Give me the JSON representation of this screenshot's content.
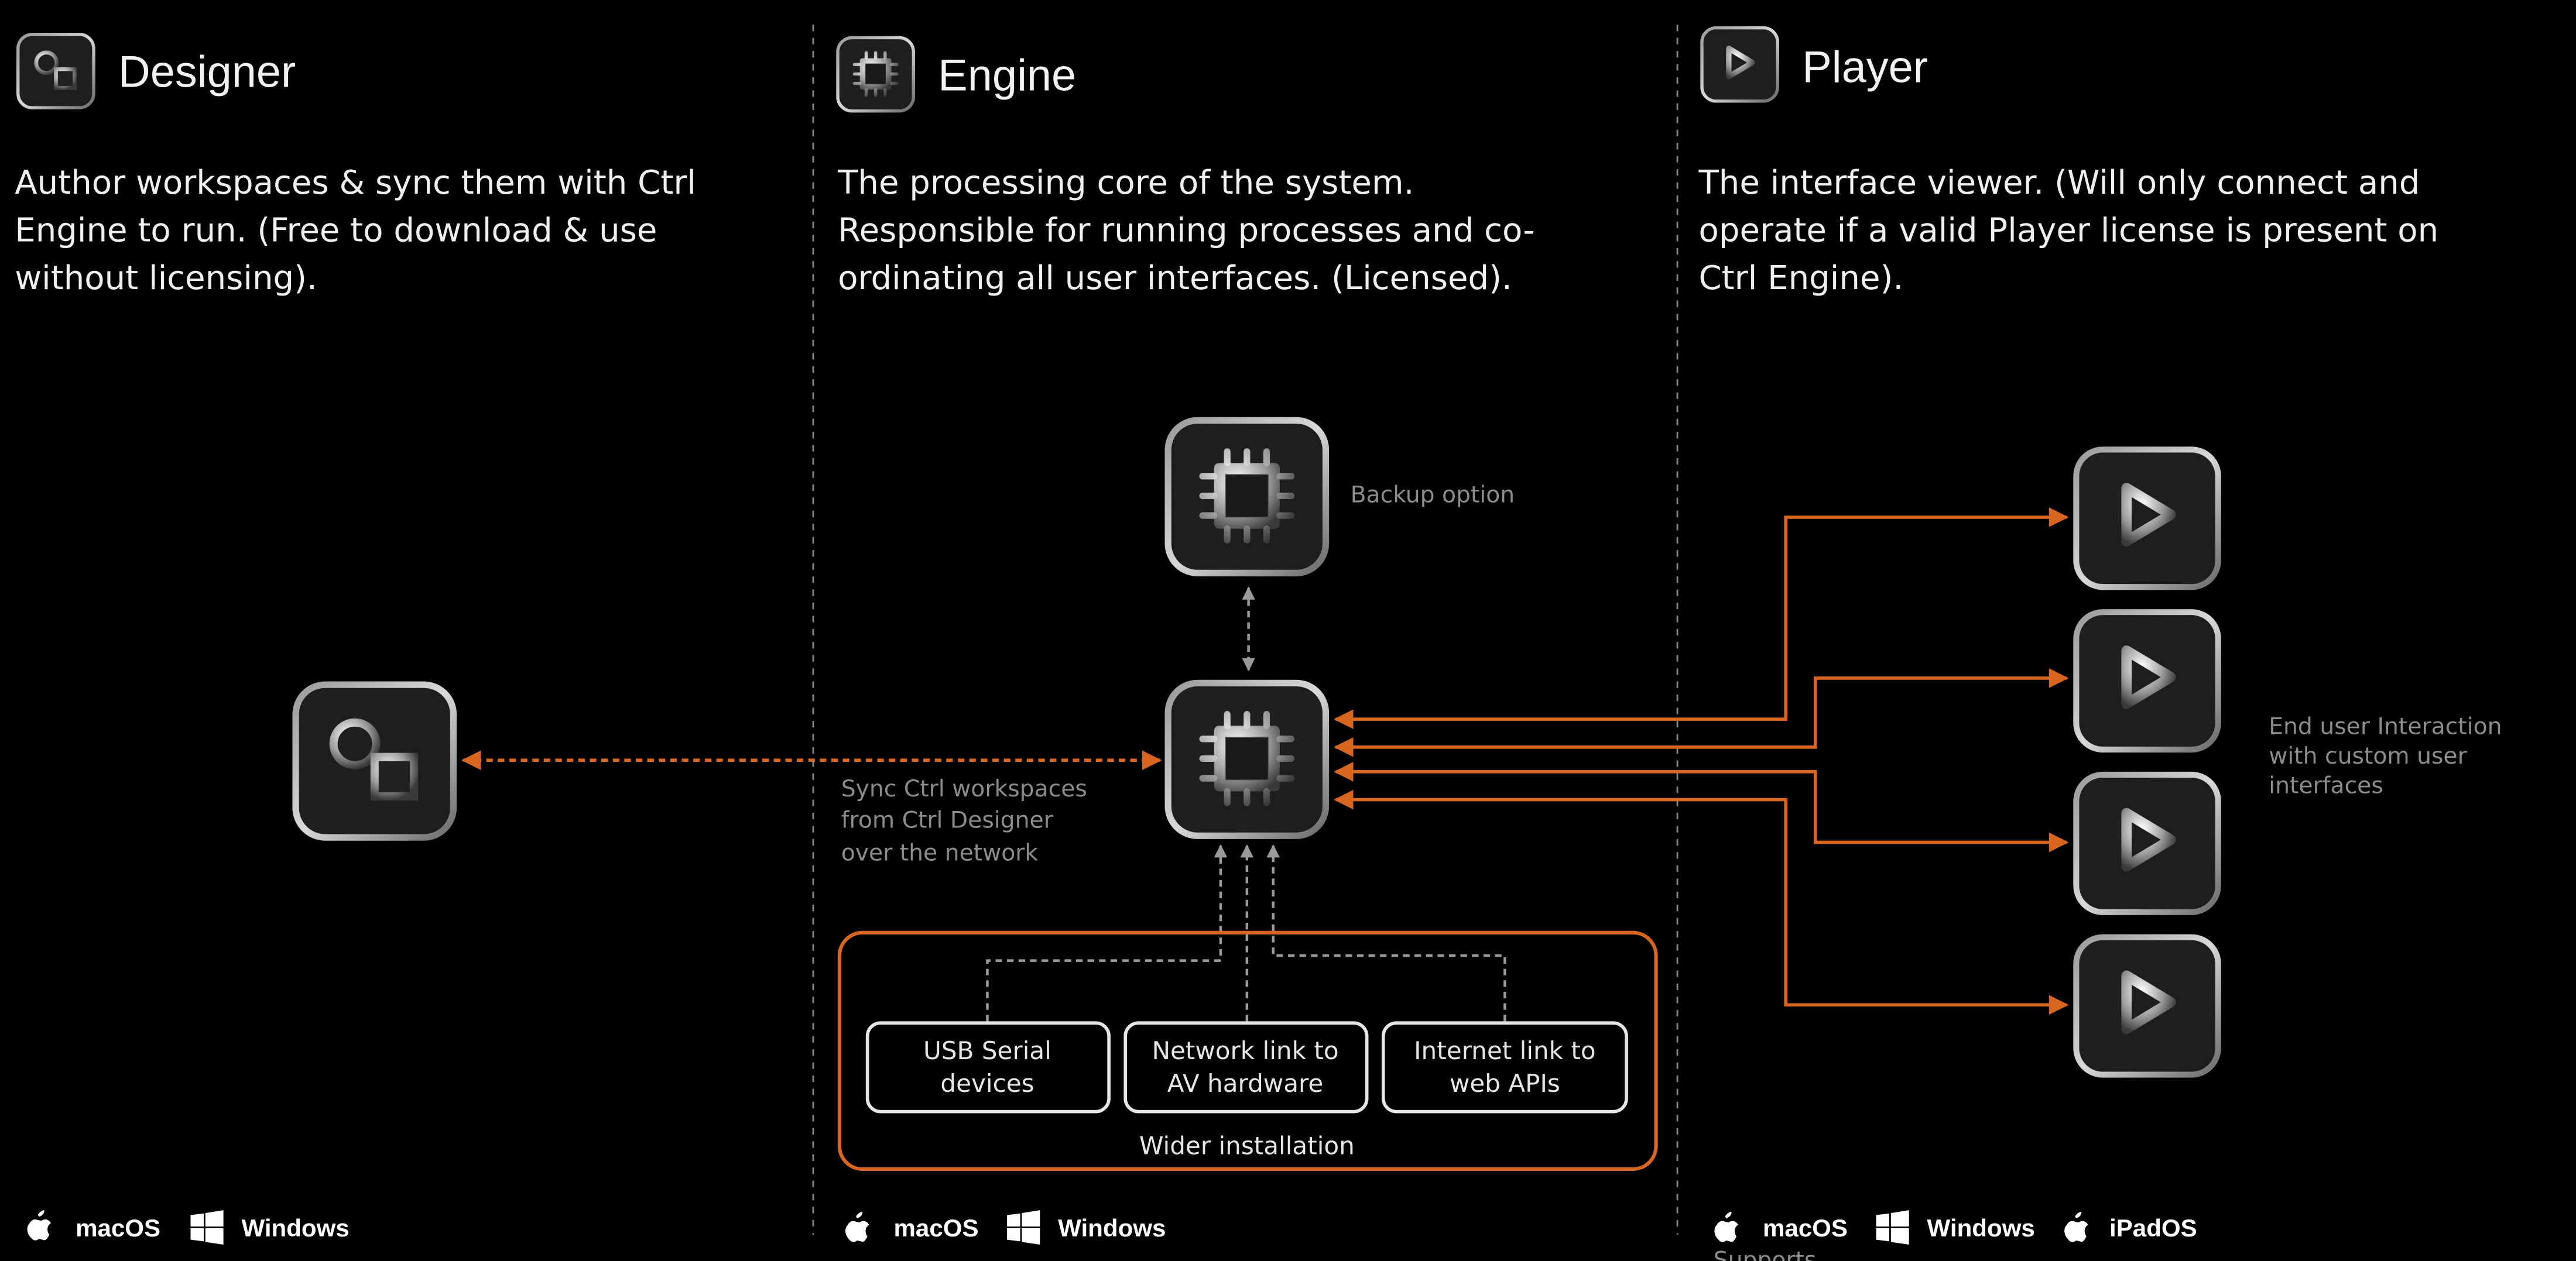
{
  "colors": {
    "accent": "#d9661f",
    "connector_gray": "#9a9a9a",
    "background": "#000000"
  },
  "columns": [
    {
      "title": "Designer",
      "icon": "designer-shapes-icon",
      "description": [
        "Author workspaces & sync them with Ctrl",
        "Engine to run. (Free to download & use",
        "without licensing)."
      ],
      "platforms": [
        "macOS",
        "Windows"
      ]
    },
    {
      "title": "Engine",
      "icon": "chip-icon",
      "description": [
        "The processing core of the system.",
        "Responsible for running processes and co-",
        "ordinating all user interfaces. (Licensed)."
      ],
      "platforms": [
        "macOS",
        "Windows"
      ]
    },
    {
      "title": "Player",
      "icon": "play-icon",
      "description": [
        "The interface viewer. (Will only connect and",
        "operate if a valid Player license is present on",
        "Ctrl Engine)."
      ],
      "platforms": [
        "macOS",
        "Windows",
        "iPadOS"
      ],
      "footnote": "Supports"
    }
  ],
  "diagram": {
    "backup_label": "Backup option",
    "sync_label": [
      "Sync Ctrl workspaces",
      "from Ctrl Designer",
      "over the network"
    ],
    "end_user_label": [
      "End user Interaction",
      "with custom user",
      "interfaces"
    ],
    "installation": {
      "label": "Wider installation",
      "items": [
        [
          "USB Serial",
          "devices"
        ],
        [
          "Network link to",
          "AV hardware"
        ],
        [
          "Internet link to",
          "web APIs"
        ]
      ]
    }
  }
}
